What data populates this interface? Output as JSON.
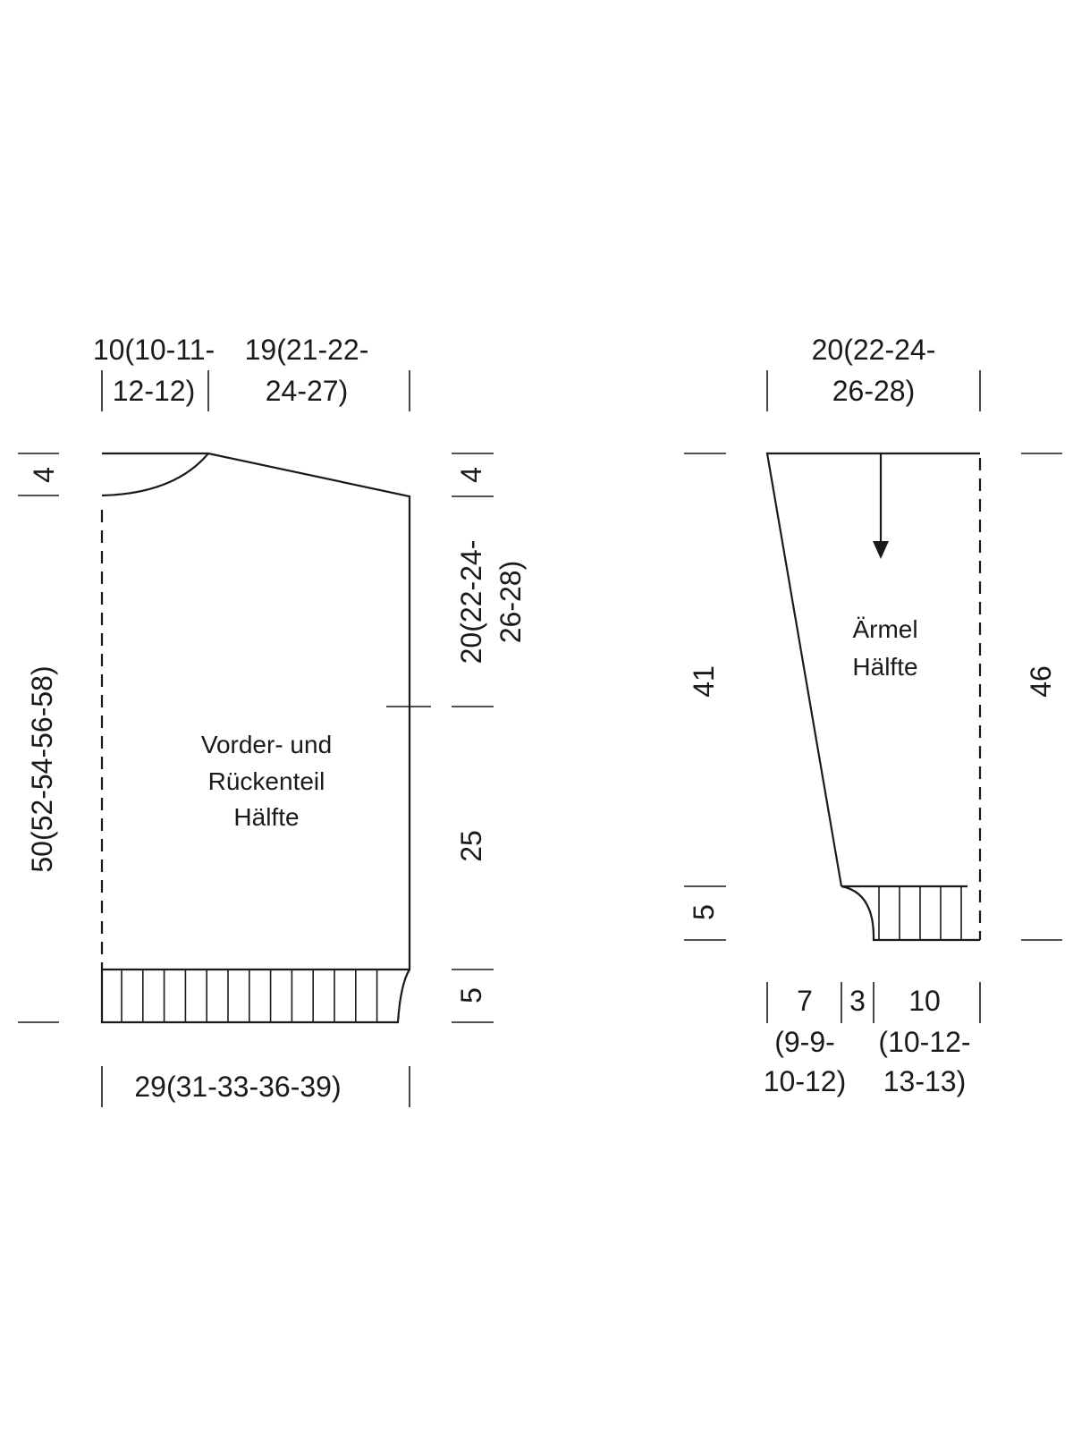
{
  "body": {
    "label": [
      "Vorder- und",
      "Rückenteil",
      "Hälfte"
    ],
    "shoulder_width": [
      "10(10-11-",
      "12-12)"
    ],
    "shoulder_slope": [
      "19(21-22-",
      "24-27)"
    ],
    "bottom_width": "29(31-33-36-39)",
    "total_length": "50(52-54-56-58)",
    "neck_depth": "4",
    "shoulder_drop": "4",
    "armhole_depth": [
      "20(22-24-",
      "26-28)"
    ],
    "side_length": "25",
    "rib_height": "5"
  },
  "sleeve": {
    "label": [
      "Ärmel",
      "Hälfte"
    ],
    "top_width": [
      "20(22-24-",
      "26-28)"
    ],
    "length": "41",
    "total_length": "46",
    "cuff_height": "5",
    "cuff_taper": [
      "7",
      "(9-9-",
      "10-12)"
    ],
    "cuff_curve": "3",
    "cuff_width": [
      "10",
      "(10-12-",
      "13-13)"
    ]
  }
}
